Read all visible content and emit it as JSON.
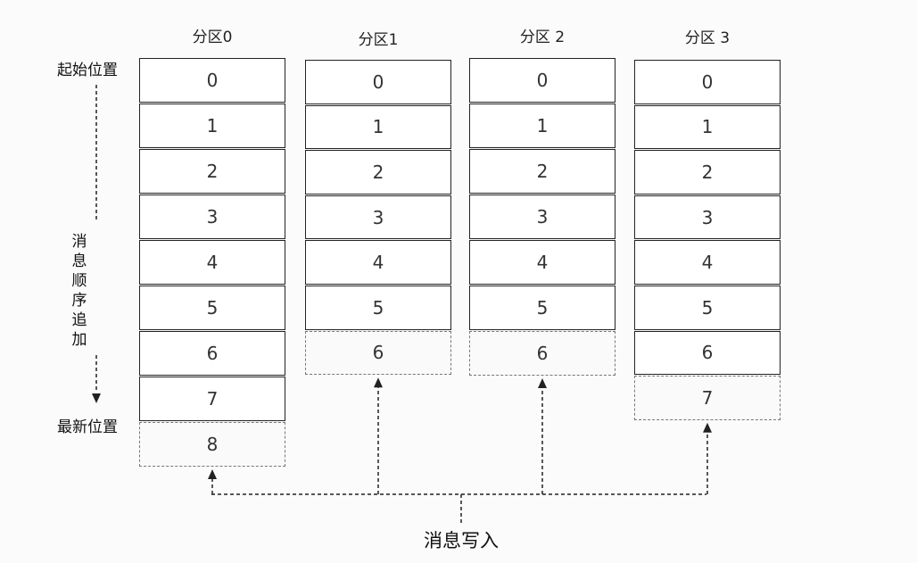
{
  "partitions": [
    {
      "title": "分区0",
      "offsets": [
        "0",
        "1",
        "2",
        "3",
        "4",
        "5",
        "6",
        "7"
      ],
      "pending": "8"
    },
    {
      "title": "分区1",
      "offsets": [
        "0",
        "1",
        "2",
        "3",
        "4",
        "5"
      ],
      "pending": "6"
    },
    {
      "title": "分区 2",
      "offsets": [
        "0",
        "1",
        "2",
        "3",
        "4",
        "5"
      ],
      "pending": "6"
    },
    {
      "title": "分区 3",
      "offsets": [
        "0",
        "1",
        "2",
        "3",
        "4",
        "5",
        "6"
      ],
      "pending": "7"
    }
  ],
  "labels": {
    "start": "起始位置",
    "latest": "最新位置",
    "order": [
      "消",
      "息",
      "顺",
      "序",
      "追",
      "加"
    ],
    "write": "消息写入"
  },
  "colors": {
    "ink": "#222222",
    "dashed": "#777777"
  }
}
